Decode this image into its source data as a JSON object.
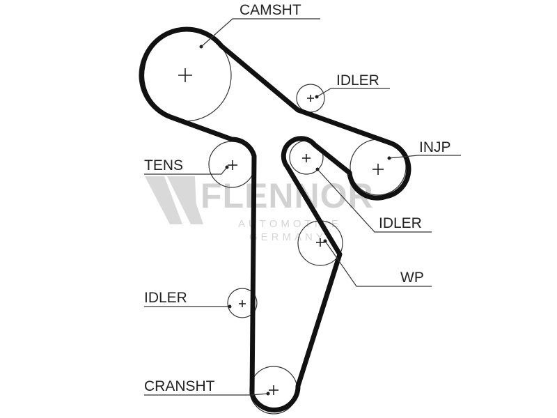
{
  "watermark": {
    "brand": "FLENNOR",
    "line1": "AUTOMOTIVE",
    "line2": "GERMANY",
    "color": "#d2d2d2"
  },
  "labels": {
    "camshaft": "CAMSHT",
    "idler_top": "IDLER",
    "injection_pump": "INJP",
    "tensioner": "TENS",
    "idler_middle": "IDLER",
    "water_pump": "WP",
    "idler_bottom": "IDLER",
    "crankshaft": "CRANSHT"
  },
  "colors": {
    "belt": "#111111",
    "line": "#333333",
    "text": "#222222",
    "background": "#ffffff"
  }
}
